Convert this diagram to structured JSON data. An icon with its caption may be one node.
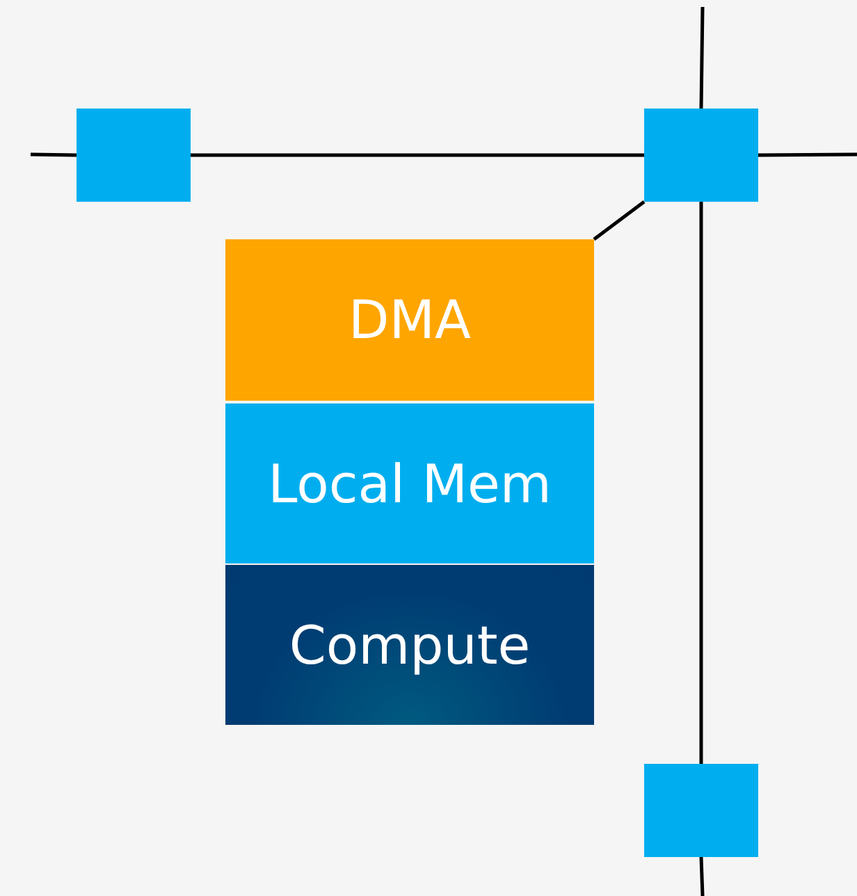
{
  "diagram": {
    "nodes": [
      {
        "text": [],
        "shape": "box"
      },
      {
        "text": [],
        "shape": "box"
      },
      {
        "text": [
          "DMA"
        ]
      },
      {
        "text": [
          "Local Mem"
        ]
      },
      {
        "text": [
          "Compute"
        ]
      },
      {
        "text": [],
        "shape": "box"
      }
    ],
    "edges": [
      {
        "from": null,
        "to": 0,
        "arrow": "none"
      },
      {
        "from": 0,
        "to": 1,
        "arrow": "none"
      },
      {
        "from": 1,
        "to": null,
        "arrow": "none"
      },
      {
        "from": null,
        "to": 1,
        "arrow": "none"
      },
      {
        "from": 1,
        "to": 5,
        "arrow": "none"
      },
      {
        "from": 5,
        "to": null,
        "arrow": "none"
      },
      {
        "from": 2,
        "to": 1,
        "arrow": "none"
      }
    ]
  }
}
